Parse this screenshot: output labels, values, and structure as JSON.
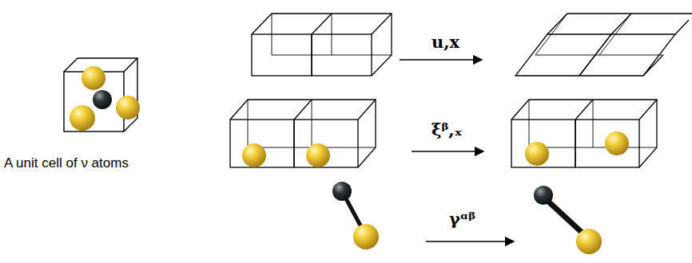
{
  "diagram": {
    "labels": [
      "A unit cell of ν atoms",
      "u,x",
      "ξᵝ,ₓ",
      "γᵅᵝ"
    ]
  }
}
